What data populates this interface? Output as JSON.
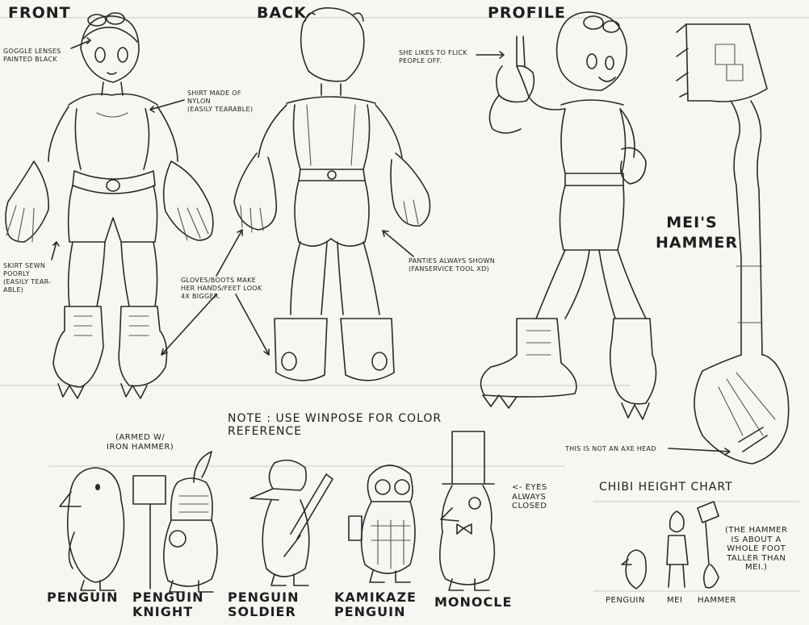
{
  "headings": {
    "front": "FRONT",
    "back": "BACK",
    "profile": "PROFILE",
    "hammer": "MEI'S\nHAMMER",
    "chibi_chart": "CHIBI HEIGHT CHART"
  },
  "annotations": {
    "goggles": "GOGGLE LENSES\nPAINTED BLACK",
    "shirt": "SHIRT MADE OF\nNYLON\n(EASILY TEARABLE)",
    "skirt": "SKIRT SEWN\nPOORLY\n(EASILY TEAR-\nABLE)",
    "gloves": "GLOVES/BOOTS MAKE\nHER HANDS/FEET LOOK\n4X BIGGER.",
    "panties": "PANTIES ALWAYS SHOWN\n(FANSERVICE TOOL XD)",
    "flick": "SHE LIKES TO FLICK\nPEOPLE OFF.",
    "not_axe": "THIS IS NOT AN AXE HEAD",
    "note": "NOTE : USE WINPOSE FOR COLOR\nREFERENCE",
    "armed": "(ARMED W/\nIRON HAMMER)",
    "eyes": "<- EYES\nALWAYS\nCLOSED",
    "hammer_height": "(THE HAMMER\nIS ABOUT A\nWHOLE FOOT\nTALLER THAN\nMEI.)"
  },
  "penguins": [
    {
      "label": "PENGUIN"
    },
    {
      "label": "PENGUIN\nKNIGHT"
    },
    {
      "label": "PENGUIN\nSOLDIER"
    },
    {
      "label": "KAMIKAZE\nPENGUIN"
    },
    {
      "label": "MONOCLE"
    }
  ],
  "chibi_labels": [
    "PENGUIN",
    "MEI",
    "HAMMER"
  ]
}
